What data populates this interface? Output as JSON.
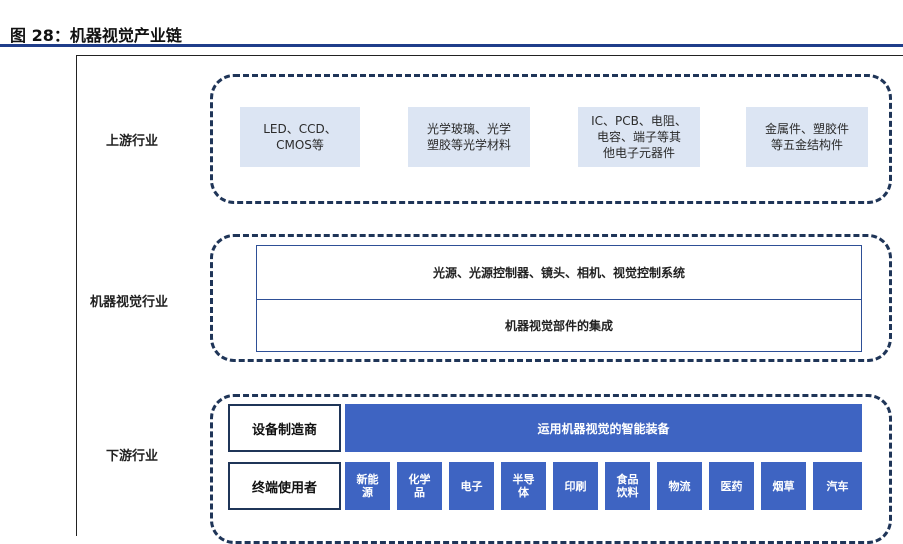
{
  "figure": {
    "title": "图 28：机器视觉产业链"
  },
  "upstream": {
    "label": "上游行业",
    "items": [
      "LED、CCD、\nCMOS等",
      "光学玻璃、光学\n塑胶等光学材料",
      "IC、PCB、电阻、\n电容、端子等其\n他电子元器件",
      "金属件、塑胶件\n等五金结构件"
    ]
  },
  "midstream": {
    "label": "机器视觉行业",
    "top": "光源、光源控制器、镜头、相机、视觉控制系统",
    "bottom": "机器视觉部件的集成"
  },
  "downstream": {
    "label": "下游行业",
    "manufacturer": {
      "label": "设备制造商",
      "value": "运用机器视觉的智能装备"
    },
    "end_user": {
      "label": "终端使用者",
      "sectors": [
        "新能\n源",
        "化学\n品",
        "电子",
        "半导\n体",
        "印刷",
        "食品\n饮料",
        "物流",
        "医药",
        "烟草",
        "汽车"
      ]
    }
  },
  "colors": {
    "accent": "#3e64c2",
    "dash": "#1f3558",
    "up_fill": "#dce5f3"
  }
}
